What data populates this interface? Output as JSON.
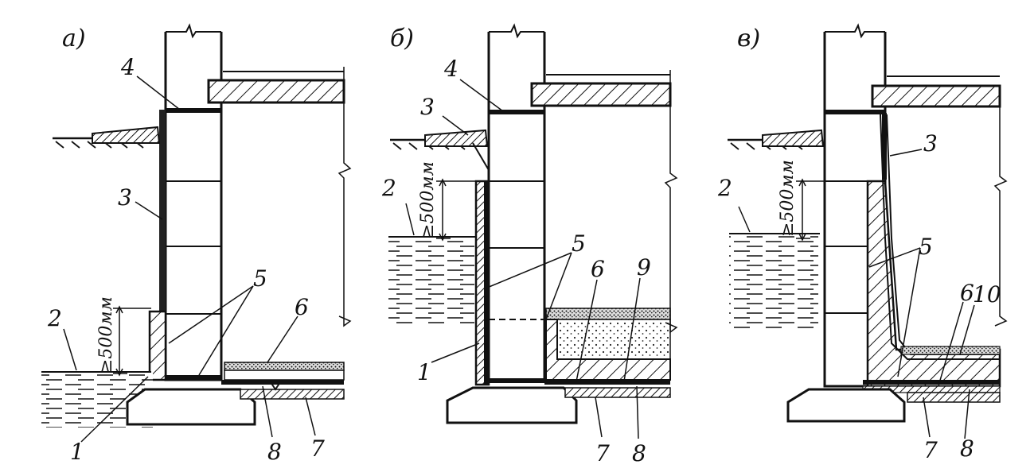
{
  "panels": [
    {
      "id": "a",
      "label": "а)",
      "dimension": "≥500мм",
      "callouts": [
        "4",
        "3",
        "5",
        "6",
        "2",
        "1",
        "8",
        "7"
      ]
    },
    {
      "id": "b",
      "label": "б)",
      "dimension": "≥500мм",
      "callouts": [
        "4",
        "3",
        "2",
        "5",
        "6",
        "9",
        "1",
        "7",
        "8"
      ]
    },
    {
      "id": "v",
      "label": "в)",
      "dimension": "≥500мм",
      "callouts": [
        "3",
        "2",
        "5",
        "6",
        "10",
        "7",
        "8"
      ]
    }
  ]
}
